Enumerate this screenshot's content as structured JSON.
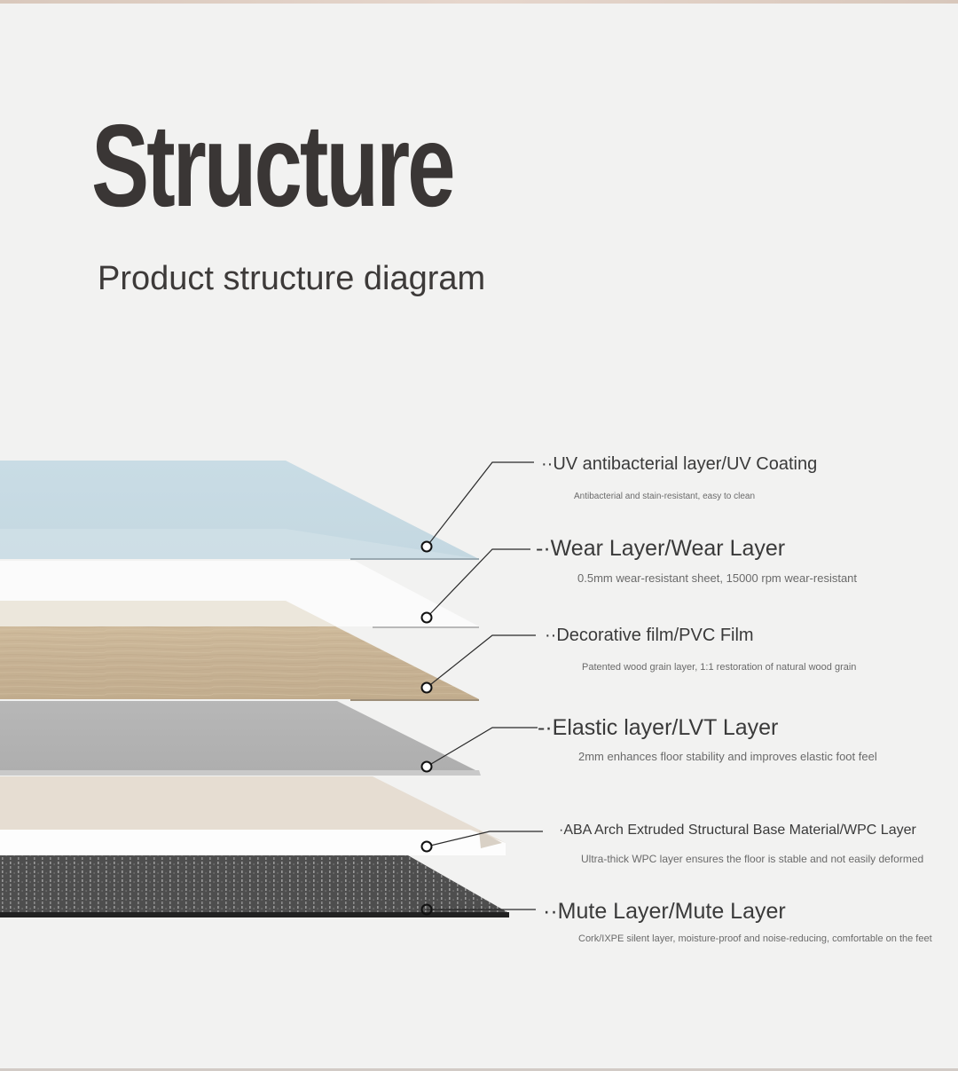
{
  "header": {
    "title": "Structure",
    "subtitle": "Product structure diagram"
  },
  "layers": [
    {
      "label": "··UV antibacterial layer/UV Coating",
      "description": "Antibacterial and stain-resistant, easy to clean",
      "color": "#c8dbe3"
    },
    {
      "label": "-·Wear Layer/Wear Layer",
      "description": "0.5mm wear-resistant sheet, 15000 rpm wear-resistant",
      "color": "#fafafa"
    },
    {
      "label": "··Decorative film/PVC Film",
      "description": "Patented wood grain layer, 1:1 restoration of natural wood grain",
      "color": "#cbb79a"
    },
    {
      "label": "-·Elastic layer/LVT Layer",
      "description": "2mm enhances floor stability and improves elastic foot feel",
      "color": "#b4b4b4"
    },
    {
      "label": "·ABA Arch Extruded Structural Base Material/WPC Layer",
      "description": "Ultra-thick WPC layer ensures the floor is stable and not easily deformed",
      "color": "#e6ddd2"
    },
    {
      "label": "··Mute Layer/Mute Layer",
      "description": "Cork/IXPE silent layer, moisture-proof and noise-reducing, comfortable on the feet",
      "color": "#5a5a5a"
    }
  ]
}
